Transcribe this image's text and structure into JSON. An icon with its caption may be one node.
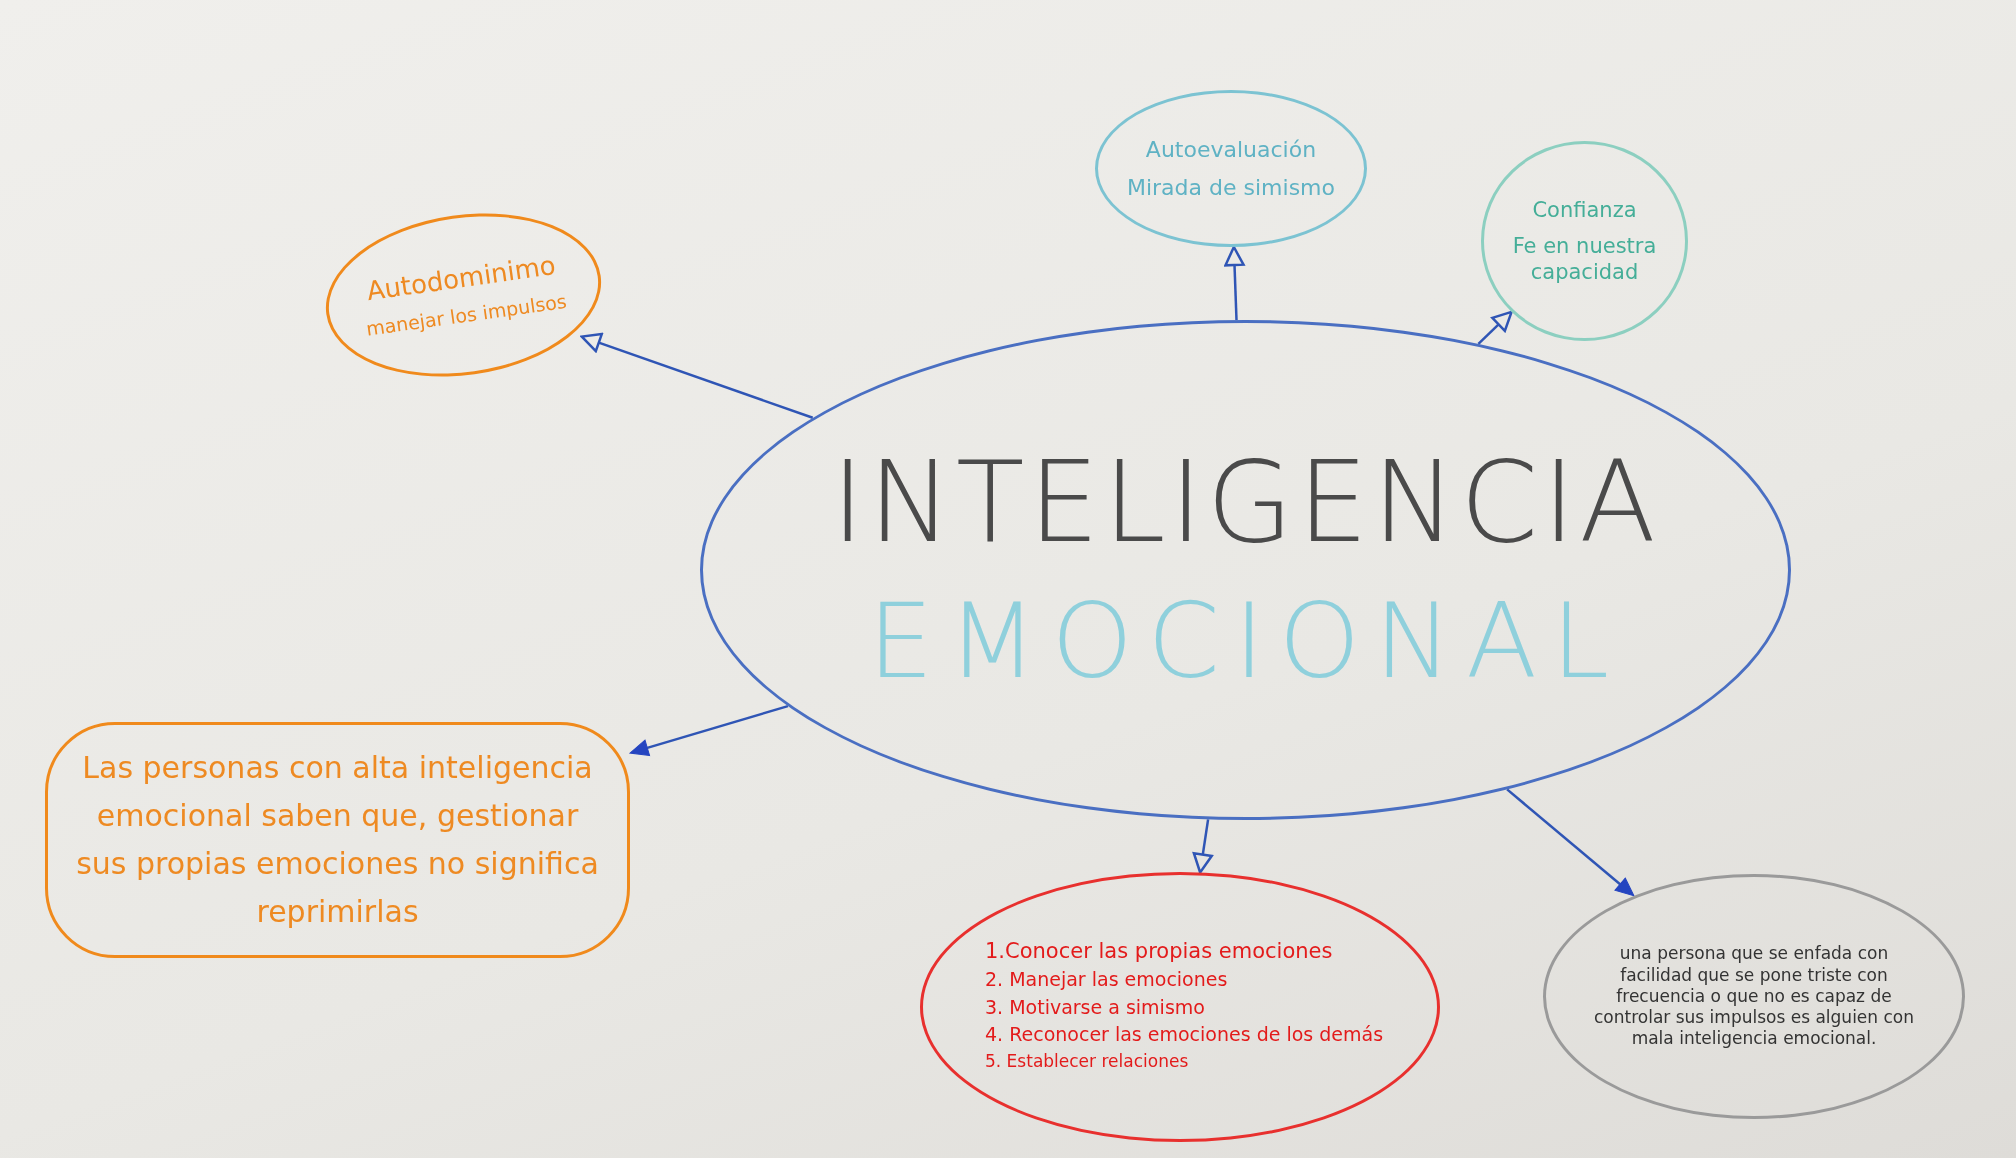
{
  "diagram": {
    "nodes": [
      {
        "text": [
          "Autoevaluación",
          "Mirada de simismo"
        ]
      },
      {
        "text": [
          "Confianza",
          "Fe en nuestra capacidad"
        ]
      },
      {
        "text": [
          "Autodominimo",
          "manejar los impulsos"
        ]
      },
      {
        "text": [
          "INTELIGENCIA",
          "EMOCIONAL"
        ]
      },
      {
        "text": [
          "Las personas con alta inteligencia emocional saben que, gestionar sus propias emociones no significa reprimirlas"
        ]
      },
      {
        "text": [
          "1.Conocer las propias emociones",
          "2. Manejar las emociones",
          "3. Motivarse a simismo",
          "4. Reconocer las emociones de los demás",
          "5. Establecer relaciones"
        ]
      },
      {
        "text": [
          "una persona que se enfada con facilidad que se pone triste con frecuencia o que no es capaz de controlar sus impulsos es alguien con mala inteligencia emocional."
        ]
      }
    ],
    "edges": [
      {
        "from": 3,
        "to": 0,
        "arrow": "to"
      },
      {
        "from": 3,
        "to": 1,
        "arrow": "to"
      },
      {
        "from": 3,
        "to": 2,
        "arrow": "to"
      },
      {
        "from": 3,
        "to": 4,
        "arrow": "to"
      },
      {
        "from": 3,
        "to": 5,
        "arrow": "to"
      },
      {
        "from": 3,
        "to": 6,
        "arrow": "to"
      }
    ]
  }
}
